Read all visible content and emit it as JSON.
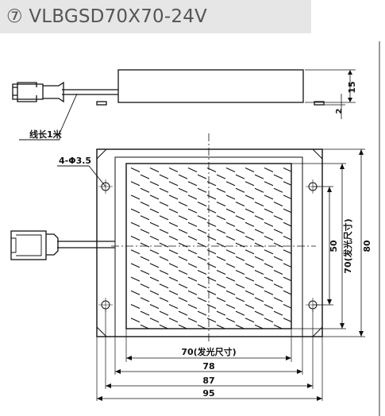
{
  "header": {
    "title": "⑦ VLBGSD70X70-24V"
  },
  "notes": {
    "cable_length": "线长1米",
    "hole_spec": "4-Φ3.5"
  },
  "dimensions": {
    "side_height": "15",
    "side_base": "2",
    "vert_emit": "70(发光尺寸)",
    "vert_inner": "50",
    "vert_outer": "80",
    "horiz_emit": "70(发光尺寸)",
    "horiz_78": "78",
    "horiz_87": "87",
    "horiz_95": "95"
  },
  "colors": {
    "title_bg": "#e6e6e6",
    "title_text": "#555555",
    "line": "#111111"
  }
}
